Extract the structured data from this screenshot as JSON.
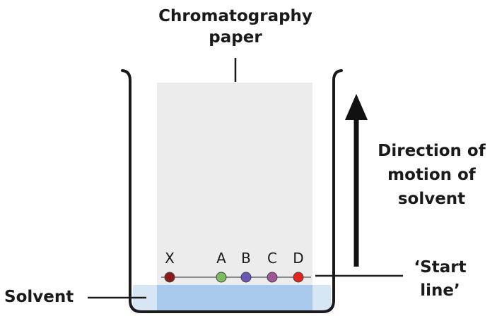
{
  "labels": {
    "paper_line1": "Chromatography",
    "paper_line2": "paper",
    "direction_line1": "Direction of",
    "direction_line2": "motion of",
    "direction_line3": "solvent",
    "start_line1": "‘Start",
    "start_line2": "line’",
    "solvent": "Solvent"
  },
  "spots": [
    {
      "label": "X",
      "color": "#8b1a1a"
    },
    {
      "label": "A",
      "color": "#7dbb5e"
    },
    {
      "label": "B",
      "color": "#6b55b5"
    },
    {
      "label": "C",
      "color": "#a0579a"
    },
    {
      "label": "D",
      "color": "#e8231f"
    }
  ],
  "colors": {
    "paper": "#ececec",
    "solvent_outer": "#d6e6f5",
    "solvent_paper": "#a9c9ec",
    "beaker": "#1a1a1a",
    "arrow": "#111111"
  }
}
